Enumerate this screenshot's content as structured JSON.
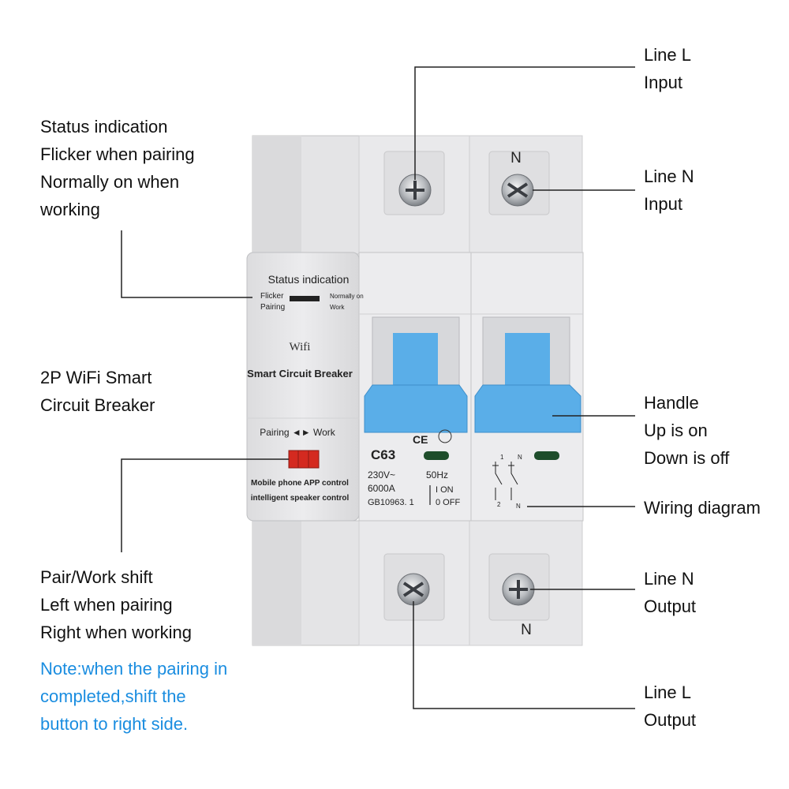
{
  "callouts": {
    "status_indication": [
      "Status indication",
      "Flicker when pairing",
      "Normally on when",
      "working"
    ],
    "product_name": [
      "2P WiFi Smart",
      "Circuit Breaker"
    ],
    "pair_work_shift": [
      "Pair/Work shift",
      "Left when pairing",
      "Right when working"
    ],
    "note": [
      "Note:when the pairing in",
      "completed,shift the",
      "button to right side."
    ],
    "line_l_input": [
      "Line L",
      "Input"
    ],
    "line_n_input": [
      "Line N",
      "Input"
    ],
    "handle": [
      "Handle",
      "Up is on",
      "Down is off"
    ],
    "wiring_diagram": [
      "Wiring diagram"
    ],
    "line_n_output": [
      "Line N",
      "Output"
    ],
    "line_l_output": [
      "Line L",
      "Output"
    ]
  },
  "device": {
    "status_title": "Status indication",
    "flicker": "Flicker",
    "pairing": "Pairing",
    "normally_on": "Normally on",
    "work": "Work",
    "wifi": "Wifi",
    "brand": "Smart Circuit Breaker",
    "pairing_work": "Pairing ◄► Work",
    "app_control": "Mobile phone APP control",
    "speaker_control": "intelligent speaker control",
    "model": "C63",
    "cert": "CE",
    "voltage": "230V~",
    "frequency": "50Hz",
    "capacity": "6000A",
    "on_label": "I ON",
    "off_label": "0 OFF",
    "standard": "GB10963. 1",
    "terminal_n_top": "N",
    "terminal_n_bottom": "N",
    "diag_1": "1",
    "diag_n_top": "N",
    "diag_2": "2",
    "diag_n_bottom": "N"
  },
  "colors": {
    "handle_blue": "#5aaee8",
    "led_green": "#1e4d2b",
    "switch_red": "#d42a20",
    "note_blue": "#1a8de0"
  }
}
